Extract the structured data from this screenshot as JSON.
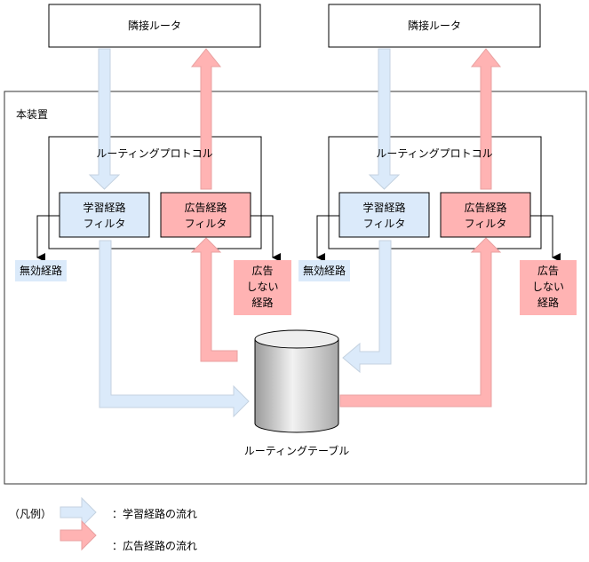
{
  "colors": {
    "learn": "#dbeafa",
    "advertise": "#ffb3b3"
  },
  "neighbor_router": "隣接ルータ",
  "device_label": "本装置",
  "routing_protocol": "ルーティングプロトコル",
  "learn_filter": [
    "学習経路",
    "フィルタ"
  ],
  "advertise_filter": [
    "広告経路",
    "フィルタ"
  ],
  "invalid_route": "無効経路",
  "not_advertised": [
    "広告",
    "しない",
    "経路"
  ],
  "routing_table": "ルーティングテーブル",
  "legend": {
    "title": "（凡例）",
    "learn_flow": "：学習経路の流れ",
    "advertise_flow": "：広告経路の流れ"
  }
}
